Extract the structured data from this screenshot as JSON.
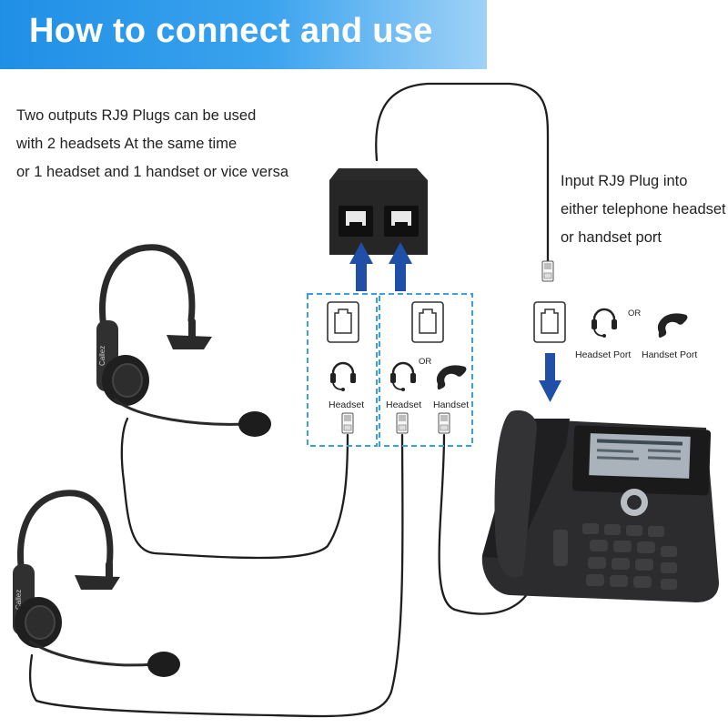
{
  "header": {
    "title": "How to connect and use"
  },
  "notes": {
    "left": [
      "Two outputs RJ9 Plugs can be used",
      "with 2 headsets At the same time",
      "or 1 headset and 1 handset or vice versa"
    ],
    "right": [
      "Input RJ9 Plug into",
      "either telephone headset",
      "or handset port"
    ]
  },
  "splitter_ports": {
    "headset_label": "Headset",
    "headset_label_2": "Headset",
    "handset_label": "Handset",
    "or_label": "OR"
  },
  "phone_ports": {
    "headset_port_label": "Headset Port",
    "handset_port_label": "Handset Port",
    "or_label": "OR"
  },
  "headset_brand": "Callez",
  "colors": {
    "banner": "#2b96e8",
    "arrow": "#1f4fa6",
    "dashed_box": "#3aa0dd",
    "device": "#2a2a2a"
  },
  "icons": [
    "rj9-port-icon",
    "headset-icon",
    "handset-icon",
    "rj9-plug-icon",
    "arrow-up-icon",
    "arrow-down-icon"
  ]
}
